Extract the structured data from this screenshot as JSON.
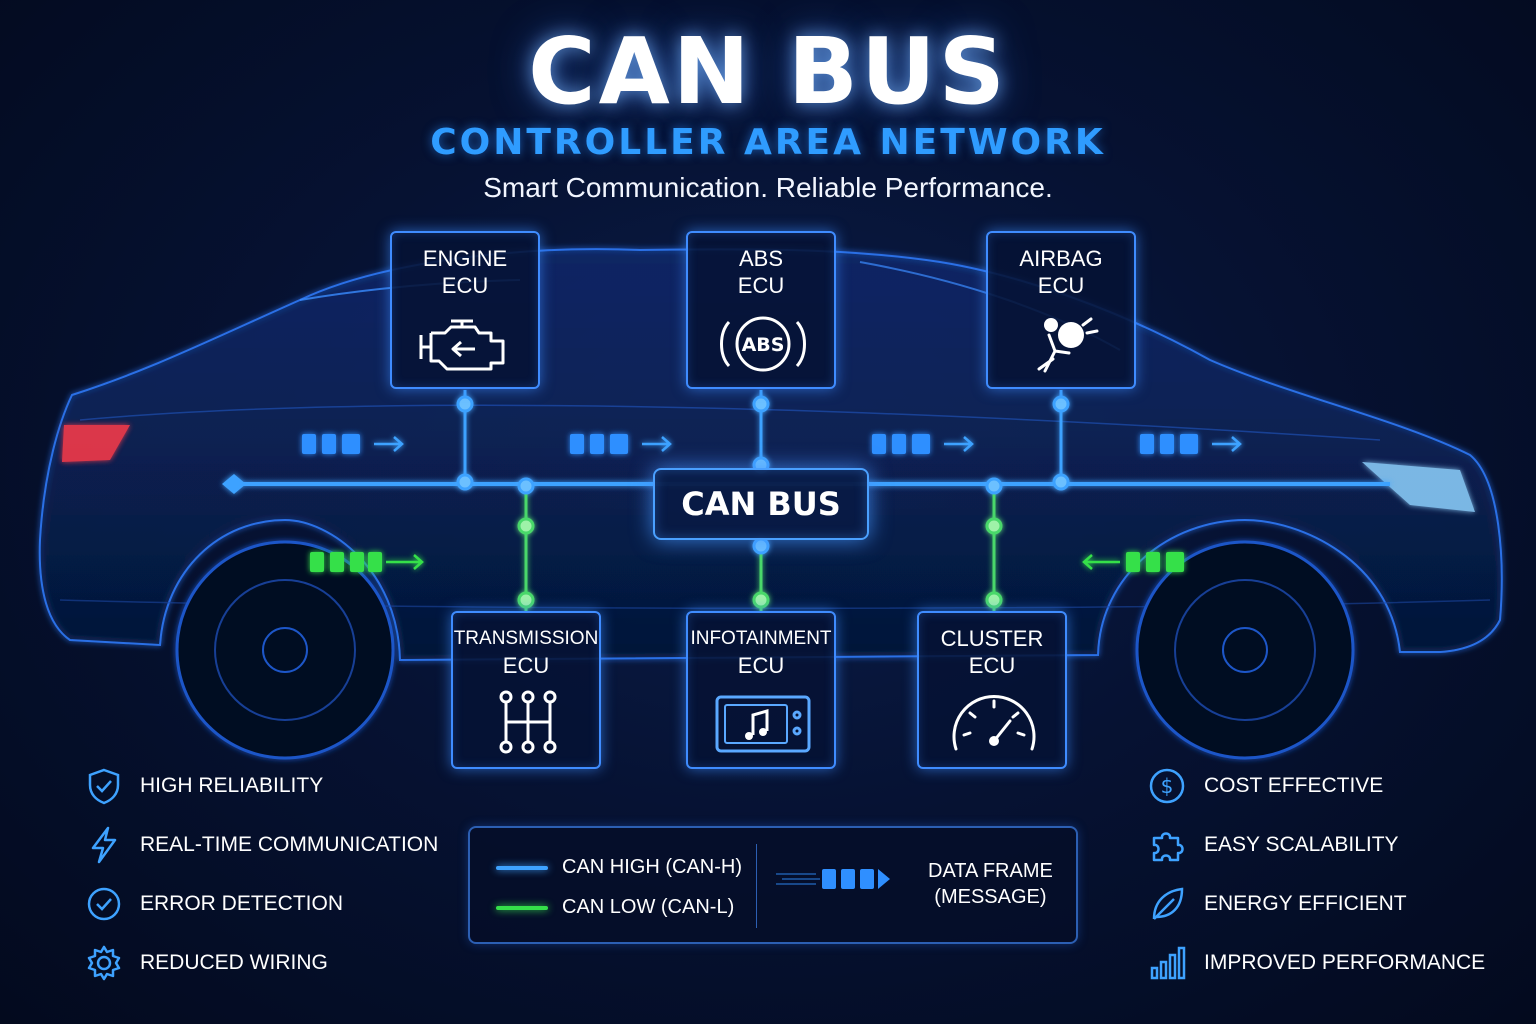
{
  "header": {
    "title": "CAN BUS",
    "subtitle": "CONTROLLER AREA NETWORK",
    "tagline": "Smart Communication. Reliable Performance."
  },
  "bus": {
    "label": "CAN BUS"
  },
  "ecus": {
    "engine": {
      "name": "ENGINE",
      "sub": "ECU",
      "icon": "engine-check-icon"
    },
    "abs": {
      "name": "ABS",
      "sub": "ECU",
      "icon": "abs-icon",
      "icon_text": "ABS"
    },
    "airbag": {
      "name": "AIRBAG",
      "sub": "ECU",
      "icon": "airbag-icon"
    },
    "transmission": {
      "name": "TRANSMISSION",
      "sub": "ECU",
      "icon": "gear-shift-icon"
    },
    "infotainment": {
      "name": "INFOTAINMENT",
      "sub": "ECU",
      "icon": "music-screen-icon"
    },
    "cluster": {
      "name": "CLUSTER",
      "sub": "ECU",
      "icon": "speedometer-icon"
    }
  },
  "features_left": [
    {
      "label": "HIGH RELIABILITY",
      "icon": "shield-check-icon"
    },
    {
      "label": "REAL-TIME COMMUNICATION",
      "icon": "lightning-icon"
    },
    {
      "label": "ERROR DETECTION",
      "icon": "check-circle-icon"
    },
    {
      "label": "REDUCED WIRING",
      "icon": "gear-icon"
    }
  ],
  "features_right": [
    {
      "label": "COST EFFECTIVE",
      "icon": "dollar-circle-icon"
    },
    {
      "label": "EASY SCALABILITY",
      "icon": "puzzle-icon"
    },
    {
      "label": "ENERGY EFFICIENT",
      "icon": "leaf-icon"
    },
    {
      "label": "IMPROVED PERFORMANCE",
      "icon": "bar-chart-icon"
    }
  ],
  "legend": {
    "can_high": "CAN HIGH (CAN-H)",
    "can_low": "CAN LOW (CAN-L)",
    "frame_line1": "DATA FRAME",
    "frame_line2": "(MESSAGE)"
  },
  "colors": {
    "can_high": "#3ea2ff",
    "can_low": "#35e04a",
    "accent": "#2f9cff",
    "background": "#061233"
  }
}
